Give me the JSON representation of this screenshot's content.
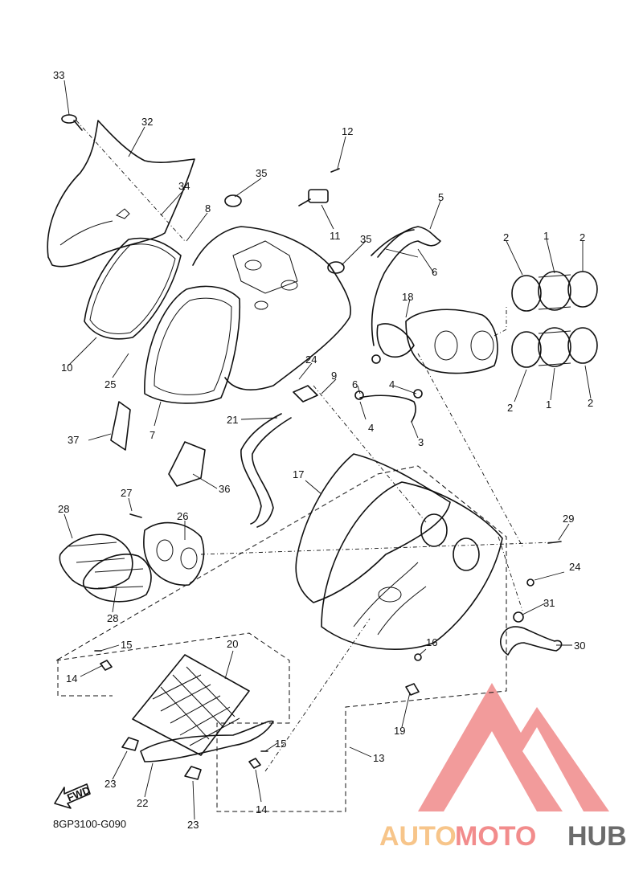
{
  "diagram": {
    "code": "8GP3100-G090",
    "fwd_label": "FWD",
    "callouts": [
      {
        "id": "c33",
        "text": "33"
      },
      {
        "id": "c32",
        "text": "32"
      },
      {
        "id": "c12",
        "text": "12"
      },
      {
        "id": "c35a",
        "text": "35"
      },
      {
        "id": "c34",
        "text": "34"
      },
      {
        "id": "c8",
        "text": "8"
      },
      {
        "id": "c11",
        "text": "11"
      },
      {
        "id": "c5",
        "text": "5"
      },
      {
        "id": "c35b",
        "text": "35"
      },
      {
        "id": "c6a",
        "text": "6"
      },
      {
        "id": "c2a",
        "text": "2"
      },
      {
        "id": "c1a",
        "text": "1"
      },
      {
        "id": "c2b",
        "text": "2"
      },
      {
        "id": "c18",
        "text": "18"
      },
      {
        "id": "c10",
        "text": "10"
      },
      {
        "id": "c25",
        "text": "25"
      },
      {
        "id": "c24a",
        "text": "24"
      },
      {
        "id": "c9",
        "text": "9"
      },
      {
        "id": "c6b",
        "text": "6"
      },
      {
        "id": "c4a",
        "text": "4"
      },
      {
        "id": "c4b",
        "text": "4"
      },
      {
        "id": "c2c",
        "text": "2"
      },
      {
        "id": "c1b",
        "text": "1"
      },
      {
        "id": "c2d",
        "text": "2"
      },
      {
        "id": "c37",
        "text": "37"
      },
      {
        "id": "c7",
        "text": "7"
      },
      {
        "id": "c21",
        "text": "21"
      },
      {
        "id": "c3",
        "text": "3"
      },
      {
        "id": "c36",
        "text": "36"
      },
      {
        "id": "c17",
        "text": "17"
      },
      {
        "id": "c27",
        "text": "27"
      },
      {
        "id": "c28a",
        "text": "28"
      },
      {
        "id": "c26",
        "text": "26"
      },
      {
        "id": "c29",
        "text": "29"
      },
      {
        "id": "c24b",
        "text": "24"
      },
      {
        "id": "c28b",
        "text": "28"
      },
      {
        "id": "c31",
        "text": "31"
      },
      {
        "id": "c15a",
        "text": "15"
      },
      {
        "id": "c20",
        "text": "20"
      },
      {
        "id": "c16",
        "text": "16"
      },
      {
        "id": "c30",
        "text": "30"
      },
      {
        "id": "c14a",
        "text": "14"
      },
      {
        "id": "c19",
        "text": "19"
      },
      {
        "id": "c15b",
        "text": "15"
      },
      {
        "id": "c13",
        "text": "13"
      },
      {
        "id": "c23a",
        "text": "23"
      },
      {
        "id": "c22",
        "text": "22"
      },
      {
        "id": "c14b",
        "text": "14"
      },
      {
        "id": "c23b",
        "text": "23"
      }
    ]
  },
  "watermark": {
    "part1": "AUTO",
    "part2": "MOTO",
    "part3": "HUB",
    "color_auto": "#f7c58a",
    "color_moto": "#f28c8c",
    "color_hub": "#6b6b6b",
    "logo_color": "#f08a8a"
  }
}
